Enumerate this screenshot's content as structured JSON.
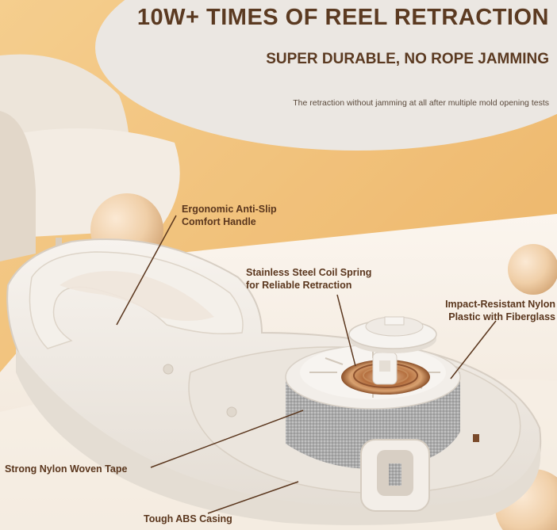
{
  "header": {
    "headline": "10W+ TIMES OF REEL RETRACTION",
    "subheadline": "SUPER DURABLE, NO ROPE JAMMING",
    "caption": "The retraction without jamming at all after multiple mold opening tests"
  },
  "callouts": {
    "handle": "Ergonomic Anti-Slip\nComfort Handle",
    "spring": "Stainless Steel Coil Spring\nfor Reliable Retraction",
    "nylon": "Impact-Resistant Nylon\nPlastic with Fiberglass",
    "tape": "Strong Nylon Woven Tape",
    "casing": "Tough ABS Casing"
  },
  "colors": {
    "accent_orange": "#eaa640",
    "text_brown": "#5a361d",
    "casing_white": "#f1ece6",
    "coil_copper": "#b7794b",
    "tape_gray": "#a9a9a9"
  }
}
